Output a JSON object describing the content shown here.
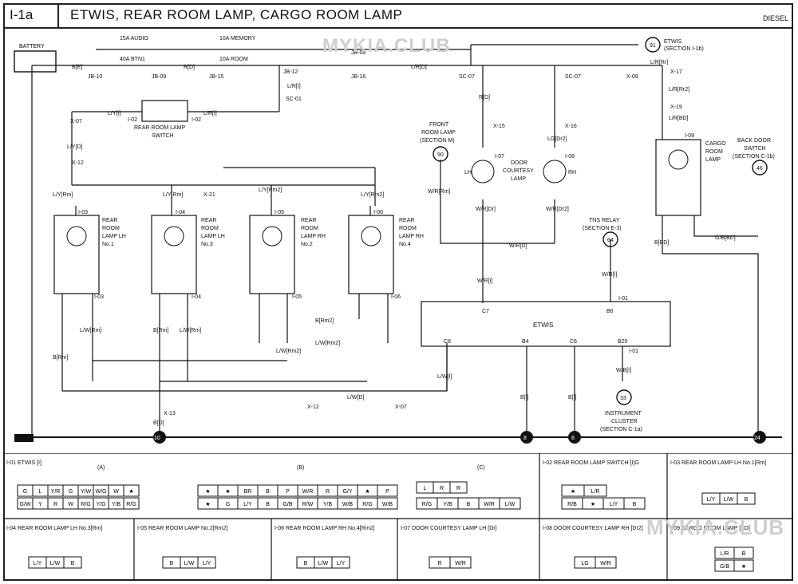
{
  "header": {
    "id": "I-1a",
    "title": "ETWIS, REAR ROOM LAMP, CARGO ROOM LAMP",
    "variant": "DIESEL"
  },
  "watermark": "MYKIA.CLUB",
  "labels": {
    "battery": "BATTERY",
    "audio": "15A AUDIO",
    "memory": "10A MEMORY",
    "btn1": "40A BTN1",
    "room": "10A ROOM",
    "jb10": "JB-10",
    "jb09": "JB-09",
    "jb15": "JB-15",
    "jb16": "JB-16",
    "jb12": "JB-12",
    "jb08": "JB-08",
    "sc07a": "SC-07",
    "sc07b": "SC-07",
    "sc01": "SC-01",
    "x09": "X-09",
    "x07": "X-07",
    "x12": "X-12",
    "x21": "X-21",
    "x15": "X-15",
    "x16": "X-16",
    "x17": "X-17",
    "x19": "X-19",
    "x13": "X-13",
    "etwis_ref": "ETWIS",
    "etwis_sec": "(SECTION I-1b)",
    "etwis_circle": "91",
    "switch_name": "REAR ROOM LAMP",
    "switch_name2": "SWITCH",
    "front_room_lamp": "FRONT",
    "front_room_lamp2": "ROOM LAMP",
    "front_room_sec": "(SECTION M)",
    "front_circle": "90",
    "door_courtesy": "DOOR",
    "door_courtesy2": "COURTESY",
    "door_courtesy3": "LAMP",
    "lh": "LH",
    "rh": "RH",
    "tns_relay": "TNS RELAY",
    "tns_sec": "(SECTION E-3)",
    "tns_circle": "64",
    "cargo": "CARGO",
    "cargo2": "ROOM",
    "cargo3": "LAMP",
    "back_door": "BACK DOOR",
    "back_door2": "SWITCH",
    "back_door3": "(SECTION C-1b)",
    "back_circle": "46",
    "lamp1": [
      "REAR",
      "ROOM",
      "LAMP LH",
      "No.1"
    ],
    "lamp3": [
      "REAR",
      "ROOM",
      "LAMP LH",
      "No.3"
    ],
    "lamp2": [
      "REAR",
      "ROOM",
      "LAMP RH",
      "No.2"
    ],
    "lamp4": [
      "REAR",
      "ROOM",
      "LAMP RH",
      "No.4"
    ],
    "etwis_box": "ETWIS",
    "instrument": "INSTRUMENT",
    "instrument2": "CLUSTER",
    "instrument3": "(SECTION C-1a)",
    "inst_circle": "33",
    "grounds": [
      "10",
      "8",
      "8",
      "24"
    ],
    "wires": {
      "b_e": "B[E]",
      "r_d": "R[D]",
      "lr_d": "L/R[D]",
      "lr_i": "L/R[I]",
      "ly_i": "L/Y[I]",
      "ly_d": "L/Y[D]",
      "ly_rm": "L/Y[Rm]",
      "ly_rm2": "L/Y[Rm2]",
      "lr_rr": "L/R[Rr]",
      "lr_rr2": "L/R[Rr2]",
      "lr_bd": "L/R[BD]",
      "r_d2": "R[D]",
      "lg_dr2": "LG[Dr2]",
      "wr_rm": "W/R[Rm]",
      "wr_dr": "W/R[Dr]",
      "wr_dr2": "W/R[Dr2]",
      "wr_d": "W/R[D]",
      "wr_i": "W/R[I]",
      "lw_rm": "L/W[Rm]",
      "b_rm": "B[Rm]",
      "b_rm2": "B[Rm2]",
      "lw_rm2": "L/W[Rm2]",
      "lw_i": "L/W[I]",
      "lw_d": "L/W[D]",
      "b_d": "B[D]",
      "b_i": "B[I]",
      "wb_i": "W/B[I]",
      "b_bd": "B[BD]",
      "gb_bd": "G/B[BD]"
    },
    "pins": {
      "i03": "I-03",
      "i04": "I-04",
      "i05": "I-05",
      "i06": "I-06",
      "i07": "I-07",
      "i08": "I-08",
      "i09": "I-09",
      "i01": "I-01",
      "i02": "I-02",
      "c7": "C7",
      "b6": "B6",
      "c8": "C8",
      "b4": "B4",
      "c6": "C6",
      "b20": "B20"
    }
  },
  "connectors": {
    "i01": {
      "title": "I-01 ETWIS [I]",
      "a": "(A)",
      "b": "(B)",
      "c": "(C)",
      "a_top": [
        "G",
        "L",
        "Y/R",
        "G",
        "Y/W",
        "W/G",
        "W",
        "★"
      ],
      "a_bot": [
        "G/W",
        "Y",
        "R",
        "W",
        "R/G",
        "Y/G",
        "Y/B",
        "R/G"
      ],
      "b_top": [
        "★",
        "★",
        "BR",
        "B",
        "P",
        "W/R",
        "R",
        "G/Y",
        "★",
        "P"
      ],
      "b_bot": [
        "★",
        "G",
        "L/Y",
        "B",
        "G/B",
        "R/W",
        "Y/B",
        "W/B",
        "R/G",
        "W/B"
      ],
      "c_top": [
        "L",
        "R",
        "R"
      ],
      "c_bot": [
        "R/G",
        "Y/B",
        "B",
        "W/R",
        "L/W"
      ]
    },
    "i02": {
      "title": "I-02 REAR ROOM LAMP SWITCH [I]G",
      "top": [
        "★",
        "L/R"
      ],
      "bot": [
        "R/B",
        "★",
        "L/Y",
        "B"
      ]
    },
    "i03": {
      "title": "I-03 REAR ROOM LAMP LH No.1[Rm]",
      "pins": [
        "L/Y",
        "L/W",
        "B"
      ]
    },
    "i04": {
      "title": "I-04 REAR ROOM LAMP LH No.3[Rm]",
      "pins": [
        "L/Y",
        "L/W",
        "B"
      ]
    },
    "i05": {
      "title": "I-05 REAR ROOM LAMP No.2[Rm2]",
      "pins": [
        "B",
        "L/W",
        "L/Y"
      ]
    },
    "i06": {
      "title": "I-06 REAR ROOM LAMP RH No.4[Rm2]",
      "pins": [
        "B",
        "L/W",
        "L/Y"
      ]
    },
    "i07": {
      "title": "I-07 DOOR COURTESY LAMP LH [Dr]",
      "pins": [
        "R",
        "W/R"
      ]
    },
    "i08": {
      "title": "I-08 DOOR COURTESY LAMP RH [Dr2]",
      "pins": [
        "LG",
        "W/R"
      ]
    },
    "i09": {
      "title": "I-09 CARGO ROOM LAMP [BD]",
      "top": [
        "L/R",
        "B"
      ],
      "bot": [
        "G/B",
        "★"
      ]
    }
  }
}
